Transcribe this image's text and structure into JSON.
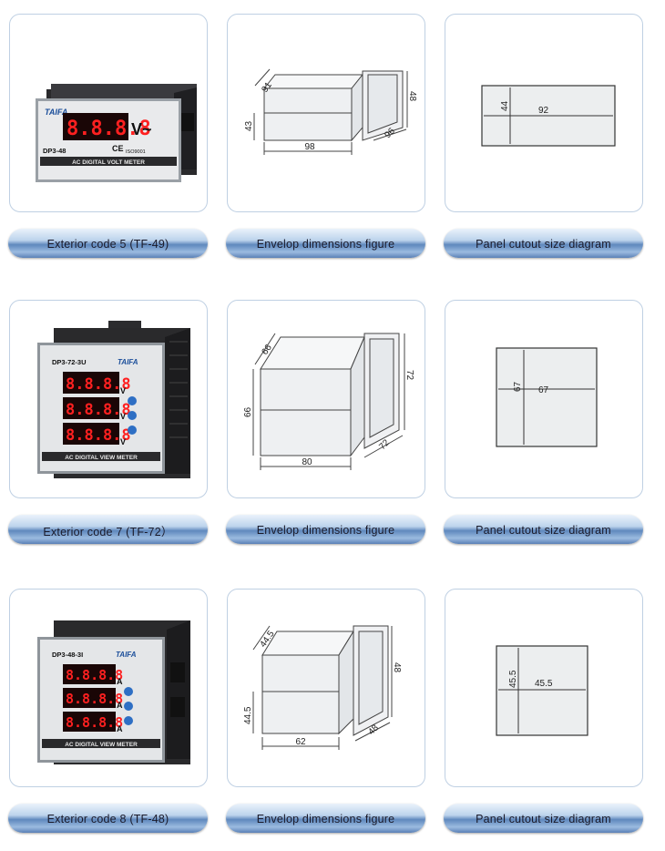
{
  "rows": [
    {
      "exterior_label": "Exterior code 5 (TF-49)",
      "envelop_label": "Envelop dimensions figure",
      "cutout_label": "Panel cutout size diagram",
      "meter": {
        "brand": "TAIFA",
        "model": "DP3-48",
        "cert_mark": "CE",
        "iso": "ISO9001",
        "readout": "8.8.8.8",
        "unit": "V~",
        "caption": "AC DIGITAL VOLT METER"
      },
      "envelop": {
        "depth_top": "91",
        "height_left": "43",
        "width_bottom": "98",
        "front_height": "48",
        "front_depth": "96"
      },
      "cutout": {
        "height": "44",
        "width": "92"
      }
    },
    {
      "exterior_label": "Exterior code 7 (TF-72）",
      "envelop_label": "Envelop dimensions figure",
      "cutout_label": "Panel cutout size diagram",
      "meter": {
        "brand": "TAIFA",
        "model": "DP3-72-3U",
        "readouts": [
          "8.8.8.8",
          "8.8.8.8",
          "8.8.8.8"
        ],
        "unit": "V",
        "caption": "AC DIGITAL VIEW METER"
      },
      "envelop": {
        "depth_top": "66",
        "height_left": "66",
        "width_bottom": "80",
        "front_height": "72",
        "front_depth": "72"
      },
      "cutout": {
        "height": "67",
        "width": "67"
      }
    },
    {
      "exterior_label": "Exterior code 8 (TF-48)",
      "envelop_label": "Envelop dimensions figure",
      "cutout_label": "Panel cutout size diagram",
      "meter": {
        "brand": "TAIFA",
        "model": "DP3-48-3I",
        "readouts": [
          "8.8.8.8",
          "8.8.8.8",
          "8.8.8.8"
        ],
        "unit": "A",
        "caption": "AC DIGITAL VIEW METER"
      },
      "envelop": {
        "depth_top": "44.5",
        "height_left": "44.5",
        "width_bottom": "62",
        "front_height": "48",
        "front_depth": "48"
      },
      "cutout": {
        "height": "45.5",
        "width": "45.5"
      }
    }
  ]
}
